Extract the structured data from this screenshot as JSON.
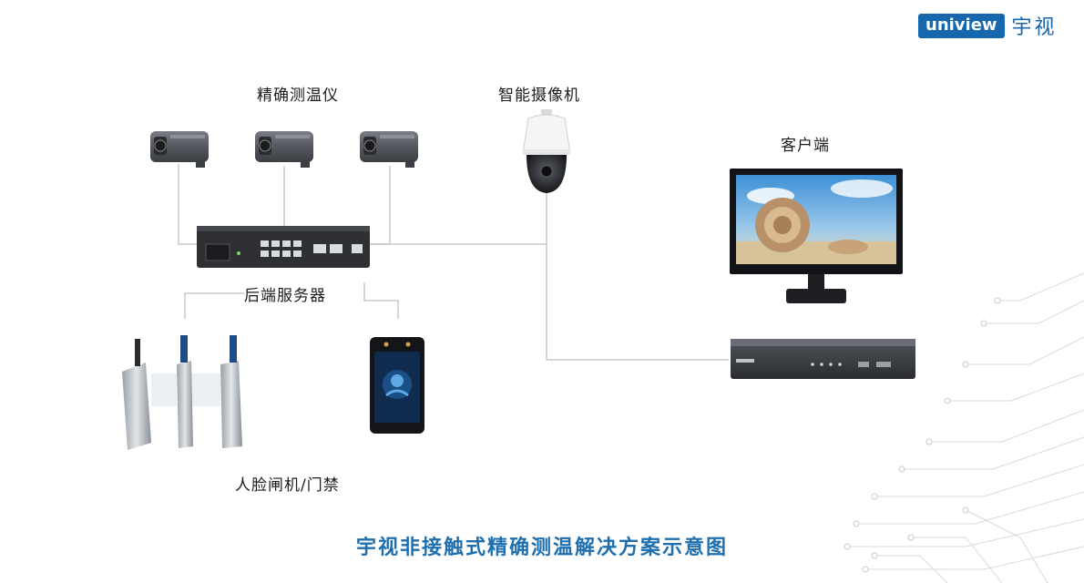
{
  "brand": {
    "logo_text": "uniview",
    "logo_cn": "宇视",
    "color": "#1767ad"
  },
  "labels": {
    "thermometer": "精确测温仪",
    "camera": "智能摄像机",
    "client": "客户端",
    "server": "后端服务器",
    "gate": "人脸闸机/门禁"
  },
  "caption": "宇视非接触式精确测温解决方案示意图",
  "colors": {
    "caption": "#1f6fae",
    "line": "#c8c8c8",
    "device_dark": "#2b2d30"
  },
  "icons": [
    "thermometer-device-icon",
    "ptz-camera-icon",
    "network-switch-icon",
    "monitor-icon",
    "nvr-recorder-icon",
    "gate-turnstile-icon",
    "face-terminal-icon"
  ]
}
